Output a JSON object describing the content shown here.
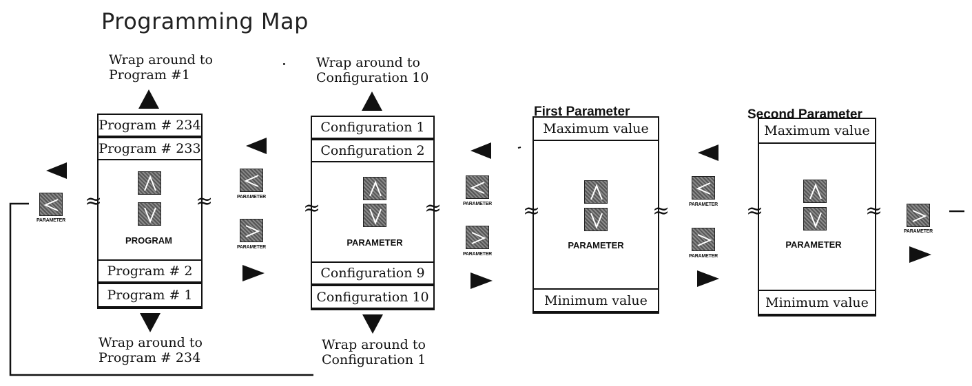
{
  "title": "Programming Map",
  "notes": {
    "prog_top": [
      "Wrap around to",
      "Program #1"
    ],
    "prog_bottom": [
      "Wrap around to",
      "Program # 234"
    ],
    "conf_top": [
      "Wrap around to",
      "Configuration 10"
    ],
    "conf_bottom": [
      "Wrap around to",
      "Configuration 1"
    ]
  },
  "headings": {
    "first": "First Parameter",
    "second": "Second Parameter"
  },
  "program_column": {
    "top": [
      "Program # 234",
      "Program # 233"
    ],
    "bottom": [
      "Program # 2",
      "Program # 1"
    ],
    "label": "PROGRAM"
  },
  "config_column": {
    "top": [
      "Configuration 1",
      "Configuration 2"
    ],
    "bottom": [
      "Configuration 9",
      "Configuration 10"
    ],
    "label": "PARAMETER"
  },
  "first_param": {
    "max": "Maximum value",
    "min": "Minimum value",
    "label": "PARAMETER"
  },
  "second_param": {
    "max": "Maximum value",
    "min": "Minimum value",
    "label": "PARAMETER"
  },
  "key_label": "PARAMETER",
  "symbols": {
    "approx": "≈"
  }
}
